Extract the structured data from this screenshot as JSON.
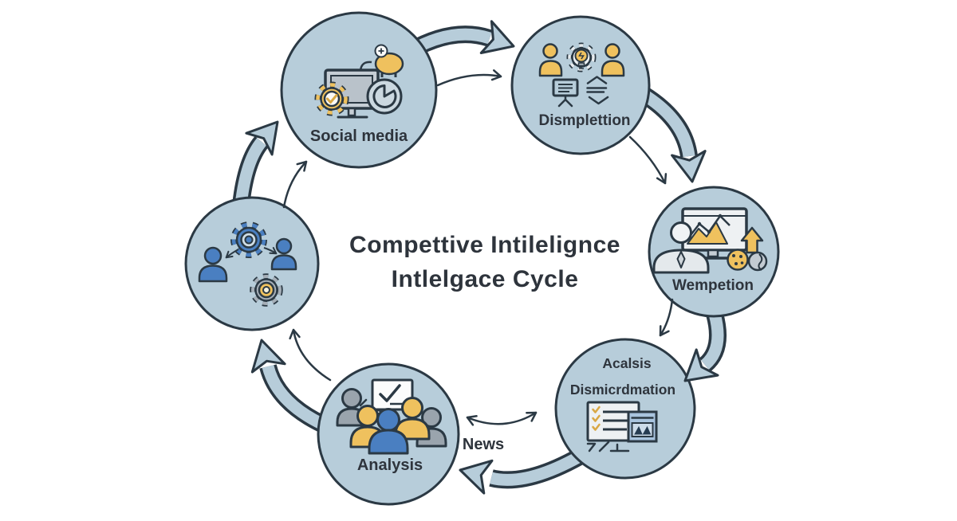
{
  "title": {
    "line1": "Compettive Intilelignce",
    "line2": "Intlelgace Cycle"
  },
  "nodes": [
    {
      "id": "social-media",
      "label": "Social media",
      "icons": [
        "monitor-icon",
        "approval-gear-check-icon",
        "piggy-bank-coin-icon",
        "refresh-clock-icon"
      ]
    },
    {
      "id": "dismplettion",
      "label": "Dismplettion",
      "icons": [
        "person-icon",
        "idea-gear-bulb-icon",
        "person-icon",
        "presentation-board-icon",
        "sort-arrows-icon"
      ]
    },
    {
      "id": "wempetion",
      "label": "Wempetion",
      "icons": [
        "analyst-person-icon",
        "chart-monitor-icon",
        "growth-arrow-icon",
        "cookie-icon",
        "globe-icon"
      ]
    },
    {
      "id": "acalsis-dismicrdmation",
      "label_line1": "Acalsis",
      "label_line2": "Dismicrdmation",
      "icons": [
        "checklist-document-icon",
        "chart-window-icon"
      ]
    },
    {
      "id": "analysis",
      "label": "Analysis",
      "icons": [
        "team-group-icon",
        "check-speech-bubble-icon"
      ]
    },
    {
      "id": "gears",
      "label": "",
      "icons": [
        "gear-blue-icon",
        "gear-gray-icon",
        "person-icon",
        "person-icon"
      ]
    }
  ],
  "annotations": {
    "news": "News"
  },
  "colors": {
    "background": "#ffffff",
    "node_fill": "#b7cdda",
    "outline": "#2b3944",
    "accent_yellow": "#efc15e",
    "accent_yellow_dark": "#d9a845",
    "accent_blue": "#4a7fc1",
    "accent_gray": "#9aa4ad",
    "window_blue": "#a9c4de",
    "text": "#2e343c"
  }
}
